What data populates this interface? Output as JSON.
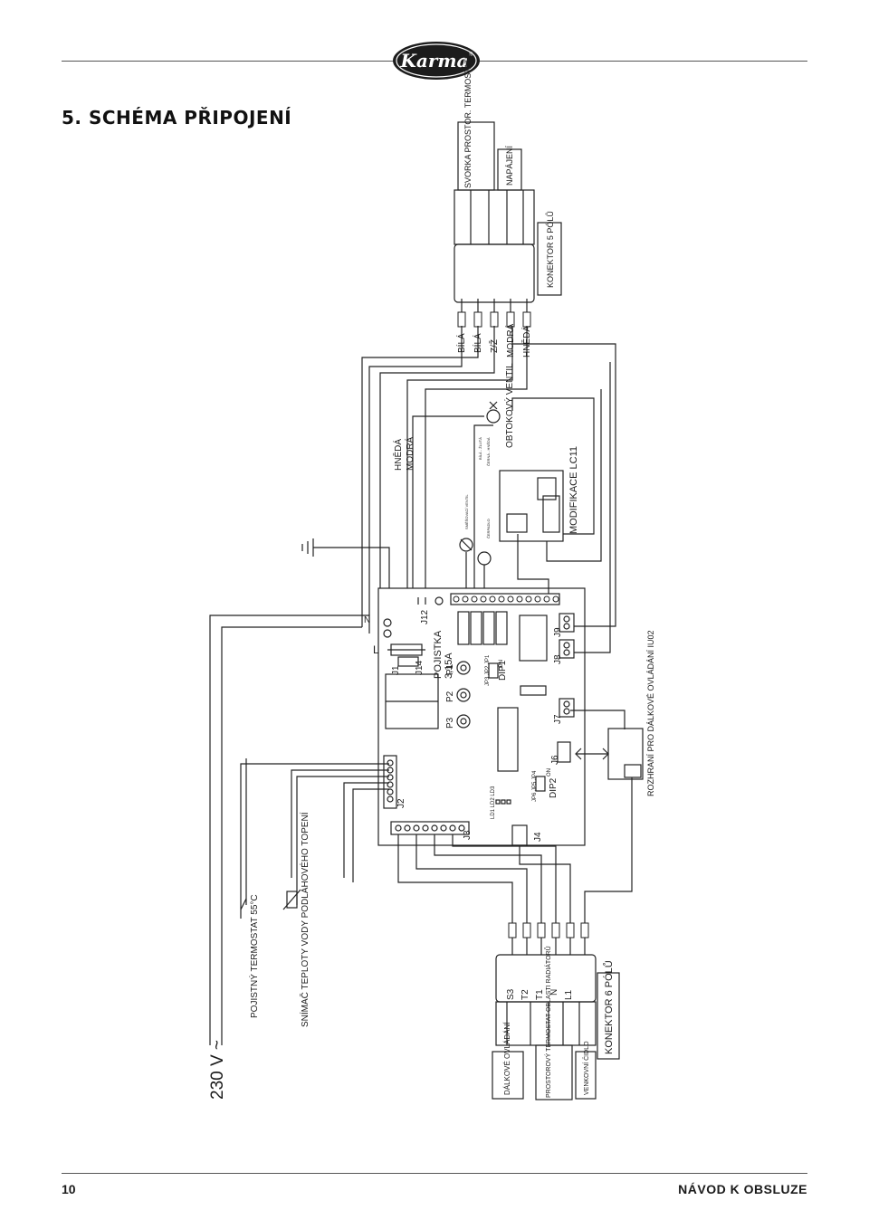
{
  "brand": {
    "logo_text": "Karma",
    "registered": "®"
  },
  "page_title": "5. SCHÉMA PŘIPOJENÍ",
  "footer": {
    "page_number": "10",
    "doc_title": "NÁVOD K OBSLUZE"
  },
  "diagram": {
    "supply_label": "230 V ~",
    "line_labels": {
      "L": "L",
      "N": "N"
    },
    "safety_thermostat": "POJISTNÝ TERMOSTAT 55°C",
    "floor_sensor": "SNÍMAČ TEPLOTY VODY PODLAHOVÉHO TOPENÍ",
    "fuse_label": "POJISTKA",
    "fuse_value": "3,15A",
    "board_connectors": {
      "J1": "J1",
      "J14": "J14",
      "J12": "J12",
      "J2": "J2",
      "J3": "J3",
      "J4": "J4",
      "J6": "J6",
      "J7": "J7",
      "J8": "J8",
      "J9": "J9",
      "P1": "P1",
      "P2": "P2",
      "P3": "P3",
      "DIP1": "DIP1",
      "DIP2": "DIP2",
      "ON": "ON",
      "JP": "JP3 JP2 JP1",
      "JP2": "JP6 JP5 JP4",
      "LEDS": "LD1 LD2 LD3"
    },
    "remote_interface": "ROZHRANÍ PRO DÁLKOVÉ OVLÁDÁNÍ IU02",
    "connector6": {
      "title": "KONEKTOR 6 PÓLŮ",
      "pins": [
        "S3",
        "T2",
        "T1",
        "N",
        "L1"
      ],
      "remote_control": "DÁLKOVÉ OVLÁDÁNÍ",
      "room_thermostat": "PROSTOROVÝ TERMOSTAT OBLASTI RADIÁTORŮ",
      "outdoor_sensor": "VENKOVNÍ ČIDLO"
    },
    "wire_colors_top": {
      "brown": "HNĚDÁ",
      "blue": "MODRÁ"
    },
    "connector5": {
      "title": "KONEKTOR 5 PÓLŮ",
      "wires": [
        "BÍLÁ",
        "BÍLÁ",
        "Z/Ž",
        "MODRÁ",
        "HNĚDÁ"
      ],
      "thermostat_terminal": "SVORKA PROSTOR. TERMOSTATU",
      "power": "NAPÁJENÍ"
    },
    "bypass_valve": "OBTOKOVÝ VENTIL",
    "modification": "MODIFIKACE LC11",
    "small_labels": {
      "mix_valve": "SMĚŠOVACÍ VENTIL",
      "pump": "ČERPADLO",
      "wires_a": "BÍLÁ - ŽLUTÁ",
      "wires_b": "ČERNÁ - HNĚDÁ"
    }
  }
}
